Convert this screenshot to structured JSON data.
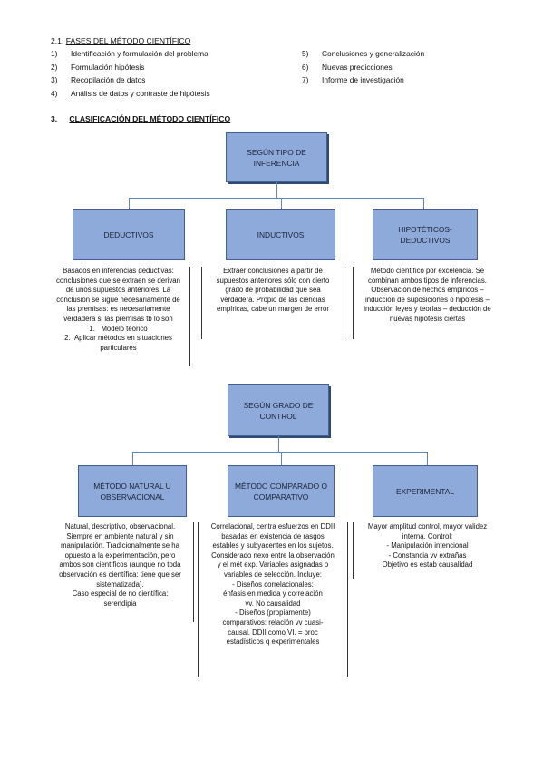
{
  "section1": {
    "number": "2.1.",
    "title": "FASES DEL MÉTODO CIENTÍFICO",
    "left": [
      {
        "n": "1)",
        "t": "Identificación y formulación del problema"
      },
      {
        "n": "2)",
        "t": "Formulación hipótesis"
      },
      {
        "n": "3)",
        "t": "Recopilación de datos"
      },
      {
        "n": "4)",
        "t": "Análisis de datos y contraste de hipótesis"
      }
    ],
    "right": [
      {
        "n": "5)",
        "t": "Conclusiones y generalización"
      },
      {
        "n": "6)",
        "t": "Nuevas predicciones"
      },
      {
        "n": "7)",
        "t": "Informe de investigación"
      }
    ]
  },
  "section2": {
    "number": "3.",
    "title": "CLASIFICACIÓN DEL MÉTODO CIENTÍFICO"
  },
  "diagram1": {
    "root": "SEGÚN TIPO DE INFERENCIA",
    "children": [
      {
        "label": "DEDUCTIVOS",
        "lines": [
          "Basados en inferencias deductivas:",
          "conclusiones que se extraen se derivan",
          "de unos supuestos anteriores. La",
          "conclusión se sigue necesariamente de",
          "las premisas: es necesariamente",
          "verdadera si las premisas tb lo son"
        ],
        "items": [
          {
            "n": "1.",
            "t": "Modelo teórico"
          },
          {
            "n": "2.",
            "t": "Aplicar métodos en situaciones particulares"
          }
        ]
      },
      {
        "label": "INDUCTIVOS",
        "lines": [
          "Extraer conclusiones a partir de",
          "supuestos anteriores sólo con cierto",
          "grado de probabilidad que sea",
          "verdadera. Propio de las ciencias",
          "empíricas, cabe un margen de error"
        ]
      },
      {
        "label": "HIPOTÉTICOS-DEDUCTIVOS",
        "lines": [
          "Método científico por excelencia. Se",
          "combinan ambos tipos de inferencias.",
          "Observación de hechos empíricos –",
          "inducción de suposiciones o hipótesis –",
          "inducción leyes y teorías – deducción de",
          "nuevas hipótesis ciertas"
        ]
      }
    ]
  },
  "diagram2": {
    "root": "SEGÚN GRADO DE CONTROL",
    "children": [
      {
        "label": "MÉTODO NATURAL U OBSERVACIONAL",
        "lines": [
          "Natural, descriptivo, observacional.",
          "Siempre en ambiente natural y sin",
          "manipulación. Tradicionalmente se ha",
          "opuesto a la experimentación, pero",
          "ambos son científicos (aunque no toda",
          "observación es científica: tiene que ser",
          "sistematizada).",
          "Caso especial de no científica:",
          "serendipia"
        ]
      },
      {
        "label": "MÉTODO COMPARADO O COMPARATIVO",
        "lines": [
          "Correlacional, centra esfuerzos en DDII",
          "basadas en existencia de rasgos",
          "estables y subyacentes en los sujetos.",
          "Considerado nexo entre la observación",
          "y el mét exp. Variables asignadas o",
          "variables de selección. Incluye:"
        ],
        "bullets": [
          "Diseños correlacionales: énfasis en medida y correlación vv. No causalidad",
          "Diseños (propiamente) comparativos: relación vv cuasi-causal. DDII como VI. = proc estadísticos q experimentales"
        ]
      },
      {
        "label": "EXPERIMENTAL",
        "lines": [
          "Mayor amplitud control, mayor validez",
          "interna. Control:"
        ],
        "bullets": [
          "Manipulación intencional",
          "Constancia vv extrañas"
        ],
        "after": "Objetivo es estab causalidad"
      }
    ]
  },
  "colors": {
    "box_fill": "#8eaadb",
    "box_border": "#41608f",
    "connector": "#5b84b8"
  }
}
